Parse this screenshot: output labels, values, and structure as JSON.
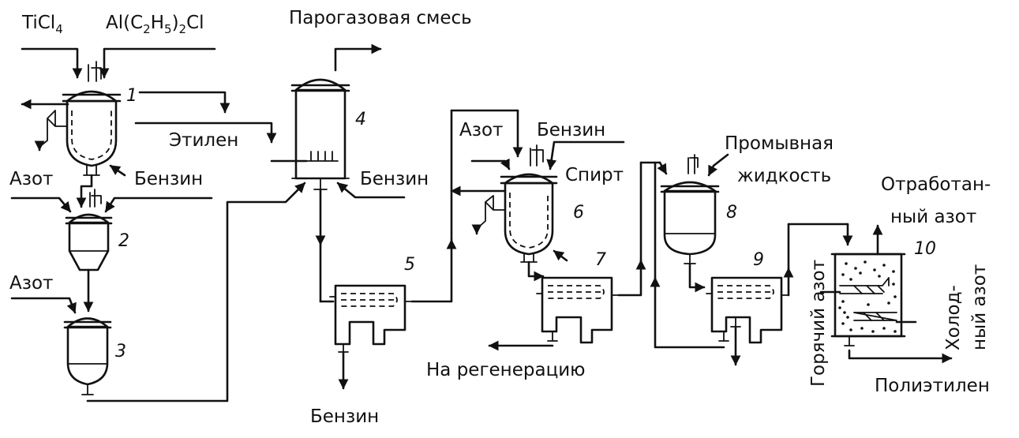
{
  "labels": {
    "ticl4": {
      "main": "TiCl",
      "sub": "4"
    },
    "alcl": {
      "a": "Al(C",
      "s1": "2",
      "b": "H",
      "s2": "5",
      "c": ")",
      "s3": "2",
      "d": "Cl"
    },
    "vapor_gas_mix": "Парогазовая смесь",
    "ethylene": "Этилен",
    "nitrogen_2": "Азот",
    "gasoline_2": "Бензин",
    "nitrogen_3": "Азот",
    "gasoline_4": "Бензин",
    "gasoline_out": "Бензин",
    "nitrogen_6": "Азот",
    "gasoline_6": "Бензин",
    "alcohol": "Спирт",
    "to_regeneration": "На регенерацию",
    "wash_liquid_1": "Промывная",
    "wash_liquid_2": "жидкость",
    "spent_nitrogen_1": "Отработан-",
    "spent_nitrogen_2": "ный азот",
    "hot_nitrogen": "Горячий азот",
    "cold_nitrogen_1": "Холод-",
    "cold_nitrogen_2": "ный азот",
    "polyethylene": "Полиэтилен"
  },
  "equipment": {
    "n1": "1",
    "n2": "2",
    "n3": "3",
    "n4": "4",
    "n5": "5",
    "n6": "6",
    "n7": "7",
    "n8": "8",
    "n9": "9",
    "n10": "10"
  }
}
